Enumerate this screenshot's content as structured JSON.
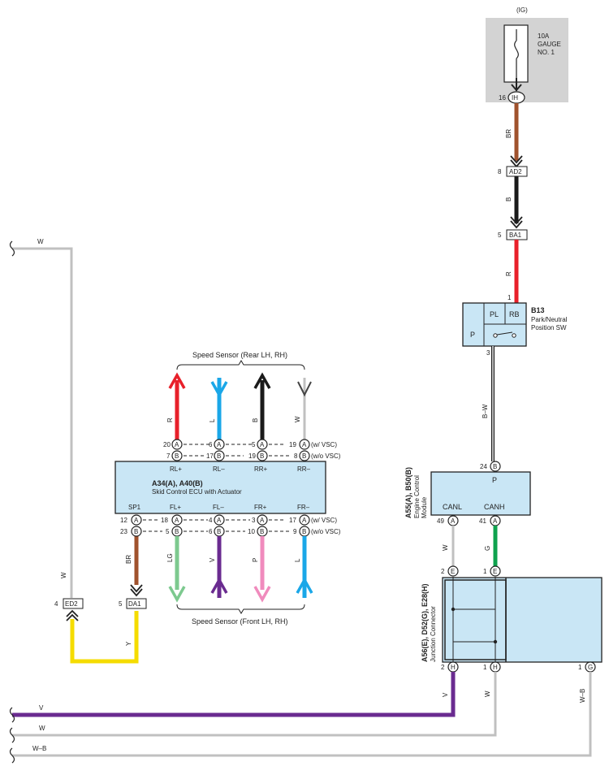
{
  "fuse": {
    "supply": "(IG)",
    "label_lines": [
      "10A",
      "GAUGE",
      "NO. 1"
    ],
    "pin": "16",
    "connector": "IH"
  },
  "connectors": {
    "ad2": {
      "pin": "8",
      "name": "AD2"
    },
    "ba1": {
      "pin": "5",
      "name": "BA1"
    },
    "ed2": {
      "pin": "4",
      "name": "ED2"
    },
    "da1": {
      "pin": "5",
      "name": "DA1"
    }
  },
  "park_sw": {
    "id": "B13",
    "name_lines": [
      "Park/Neutral",
      "Position SW"
    ],
    "cells": [
      "PL",
      "RB",
      "P"
    ],
    "pin_top": "1",
    "pin_bottom": "3"
  },
  "ecm": {
    "id": "A55(A), B50(B)",
    "name_lines": [
      "Engine Control",
      "Module"
    ],
    "top_pin": "24",
    "top_conn": "B",
    "top_label": "P",
    "labels": [
      "CANL",
      "CANH"
    ],
    "bottom_pins": [
      {
        "num": "49",
        "conn": "A"
      },
      {
        "num": "41",
        "conn": "A"
      }
    ]
  },
  "junction": {
    "id": "A56(E), D52(G), E28(H)",
    "name": "Junction Connector",
    "top_pins": [
      {
        "num": "2",
        "conn": "E"
      },
      {
        "num": "1",
        "conn": "E"
      }
    ],
    "bottom_pins": [
      {
        "num": "2",
        "conn": "H"
      },
      {
        "num": "1",
        "conn": "H"
      },
      {
        "num": "1",
        "conn": "G"
      }
    ]
  },
  "ecu": {
    "id": "A34(A), A40(B)",
    "name": "Skid Control ECU with Actuator",
    "rear_title": "Speed Sensor (Rear LH,  RH)",
    "front_title": "Speed Sensor (Front LH,  RH)",
    "top_labels": [
      "RL+",
      "RL–",
      "RR+",
      "RR–"
    ],
    "bottom_labels": [
      "SP1",
      "FL+",
      "FL–",
      "FR+",
      "FR–"
    ],
    "vsc_with": "(w/ VSC)",
    "vsc_without": "(w/o VSC)",
    "top_row_a": [
      "20",
      "6",
      "5",
      "19"
    ],
    "top_row_b": [
      "7",
      "17",
      "19",
      "8"
    ],
    "bottom_row_a": [
      "12",
      "18",
      "4",
      "3",
      "17"
    ],
    "bottom_row_b": [
      "23",
      "5",
      "6",
      "10",
      "9"
    ],
    "conn_a": "A",
    "conn_b": "B"
  },
  "wire_colors": {
    "br": "BR",
    "b": "B",
    "r": "R",
    "bw": "B–W",
    "w": "W",
    "g": "G",
    "v": "V",
    "wb": "W–B",
    "y": "Y",
    "l": "L",
    "lg": "LG",
    "p": "P"
  },
  "colors": {
    "brown": "#a0522d",
    "black": "#1a1a1a",
    "red": "#e8202a",
    "blue": "#1aa7e8",
    "green": "#0ea24e",
    "light_green": "#7dc98f",
    "violet": "#6a2b90",
    "pink": "#f08bbd",
    "yellow": "#f5dc00",
    "gray": "#c0c0c0",
    "box": "#c9e6f5",
    "fuse_bg": "#d3d3d3"
  }
}
